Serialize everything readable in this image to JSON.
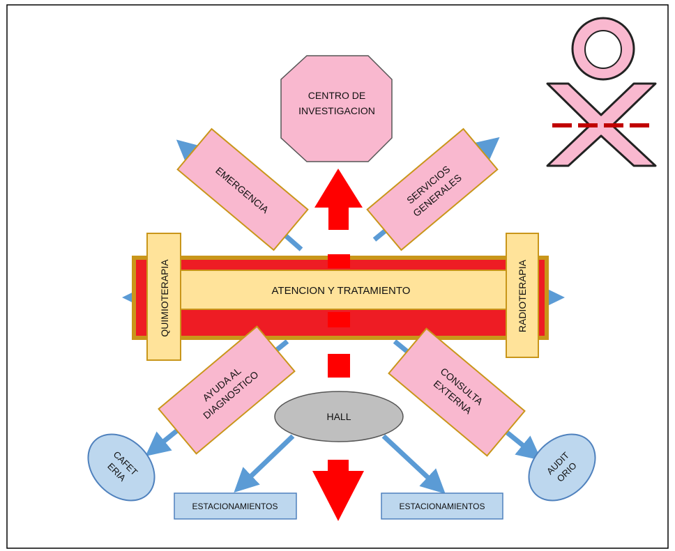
{
  "diagram": {
    "research_center": {
      "line1": "CENTRO DE",
      "line2": "INVESTIGACION"
    },
    "emergency": "EMERGENCIA",
    "general_services": {
      "line1": "SERVICIOS",
      "line2": "GENERALES"
    },
    "main_bar": "ATENCION Y TRATAMIENTO",
    "chemotherapy": "QUIMIOTERAPIA",
    "radiotherapy": "RADIOTERAPIA",
    "diagnostic_aid": {
      "line1": "AYUDA AL",
      "line2": "DIAGNOSTICO"
    },
    "external_consult": {
      "line1": "CONSULTA",
      "line2": "EXTERNA"
    },
    "hall": "HALL",
    "cafeteria": {
      "line1": "CAFET",
      "line2": "ERIA"
    },
    "auditorium": {
      "line1": "AUDIT",
      "line2": "ORIO"
    },
    "parking_left": "ESTACIONAMIENTOS",
    "parking_right": "ESTACIONAMIENTOS"
  },
  "colors": {
    "pink": "#f9b8cf",
    "yellow": "#ffe39a",
    "gold_border": "#c9961a",
    "red": "#ff0000",
    "bar_red": "#ee1c24",
    "blue_arrow": "#5b9bd5",
    "light_blue": "#bdd7ee",
    "blue_border": "#4f81bd",
    "hall_gray": "#bfbfbf",
    "dashed_red": "#c00000"
  }
}
